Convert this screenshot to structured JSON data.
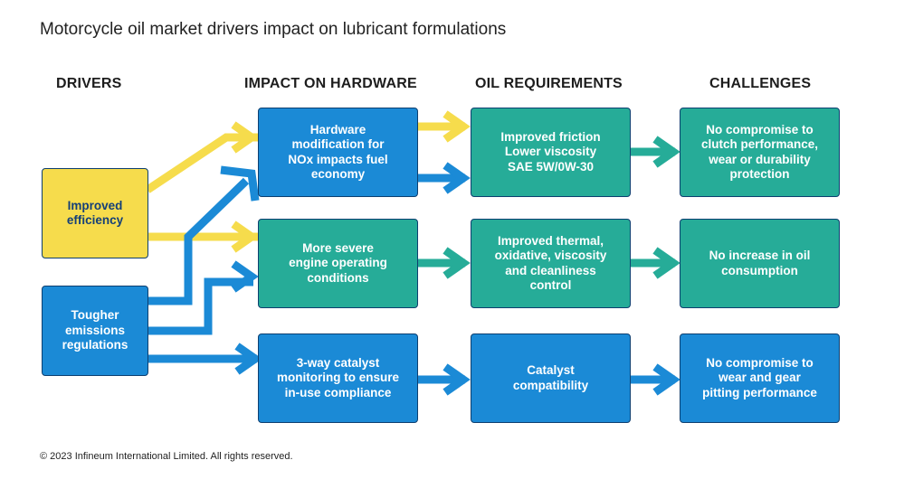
{
  "title": "Motorcycle oil market drivers impact on lubricant formulations",
  "columns": {
    "drivers": "DRIVERS",
    "impact": "IMPACT ON HARDWARE",
    "oil": "OIL REQUIREMENTS",
    "challenges": "CHALLENGES"
  },
  "drivers": {
    "efficiency": "Improved\nefficiency",
    "emissions": "Tougher\nemissions\nregulations"
  },
  "impact": {
    "hardware_mod": "Hardware\nmodification for\nNOx impacts fuel\neconomy",
    "severe": "More severe\nengine operating\nconditions",
    "catalyst_mon": "3-way catalyst\nmonitoring to ensure\nin-use compliance"
  },
  "oil": {
    "friction": "Improved friction\nLower viscosity\nSAE 5W/0W-30",
    "thermal": "Improved thermal,\noxidative, viscosity\nand cleanliness\ncontrol",
    "catalyst_compat": "Catalyst\ncompatibility"
  },
  "challenges": {
    "clutch": "No compromise to\nclutch performance,\nwear or durability\nprotection",
    "oil_consumption": "No increase in oil\nconsumption",
    "gear": "No compromise to\nwear and gear\npitting performance"
  },
  "footer": "© 2023 Infineum International Limited. All rights reserved.",
  "colors": {
    "yellow": "#f6dc4c",
    "blue": "#1b8ad6",
    "teal": "#26ac98",
    "border": "#0d3f70"
  }
}
